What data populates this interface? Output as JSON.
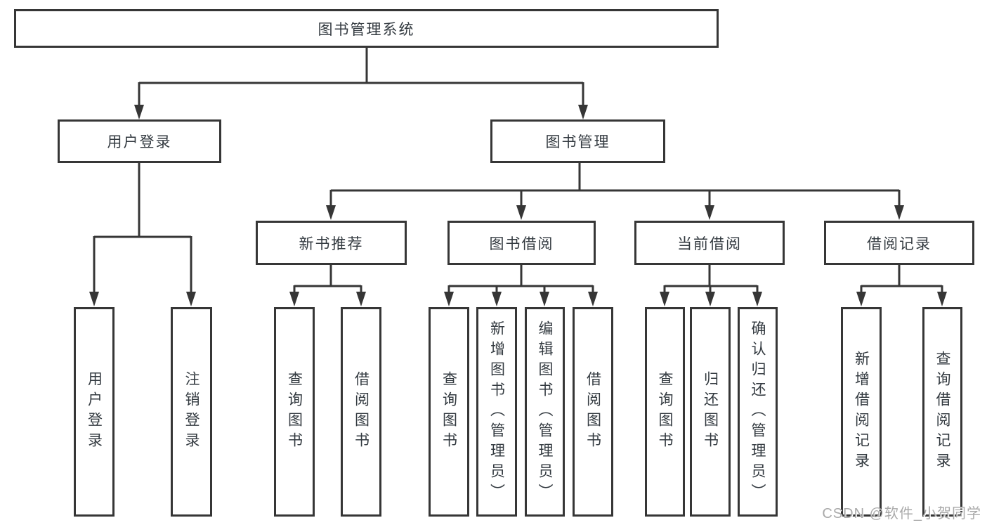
{
  "colors": {
    "background": "#ffffff",
    "line": "#363636",
    "box_border": "#363636",
    "text": "#333a40",
    "watermark": "#a9a9a9"
  },
  "diagram_type": "hierarchy-tree",
  "tree": {
    "label": "图书管理系统",
    "children": [
      {
        "label": "用户登录",
        "children": [
          {
            "label": "用户登录"
          },
          {
            "label": "注销登录"
          }
        ]
      },
      {
        "label": "图书管理",
        "children": [
          {
            "label": "新书推荐",
            "children": [
              {
                "label": "查询图书"
              },
              {
                "label": "借阅图书"
              }
            ]
          },
          {
            "label": "图书借阅",
            "children": [
              {
                "label": "查询图书"
              },
              {
                "label": "新增图书（管理员）"
              },
              {
                "label": "编辑图书（管理员）"
              },
              {
                "label": "借阅图书"
              }
            ]
          },
          {
            "label": "当前借阅",
            "children": [
              {
                "label": "查询图书"
              },
              {
                "label": "归还图书"
              },
              {
                "label": "确认归还（管理员）"
              }
            ]
          },
          {
            "label": "借阅记录",
            "children": [
              {
                "label": "新增借阅记录"
              },
              {
                "label": "查询借阅记录"
              }
            ]
          }
        ]
      }
    ]
  },
  "watermark": {
    "text": "CSDN @软件_小贺同学"
  }
}
